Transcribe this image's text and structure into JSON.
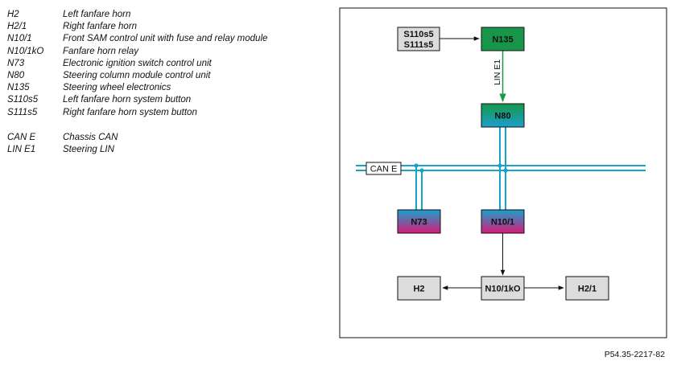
{
  "legend": {
    "components": [
      {
        "code": "H2",
        "desc": "Left fanfare horn"
      },
      {
        "code": "H2/1",
        "desc": "Right fanfare horn"
      },
      {
        "code": "N10/1",
        "desc": "Front SAM control unit with fuse and relay module"
      },
      {
        "code": "N10/1kO",
        "desc": "Fanfare horn relay"
      },
      {
        "code": "N73",
        "desc": "Electronic ignition switch control unit"
      },
      {
        "code": "N80",
        "desc": "Steering column module control unit"
      },
      {
        "code": "N135",
        "desc": "Steering wheel electronics"
      },
      {
        "code": "S110s5",
        "desc": "Left fanfare horn system button"
      },
      {
        "code": "S111s5",
        "desc": "Right fanfare horn system button"
      }
    ],
    "buses": [
      {
        "code": "CAN E",
        "desc": "Chassis CAN"
      },
      {
        "code": "LIN E1",
        "desc": "Steering LIN"
      }
    ]
  },
  "diagram": {
    "buttons_line1": "S110s5",
    "buttons_line2": "S111s5",
    "n135": "N135",
    "lin_label": "LIN E1",
    "n80": "N80",
    "can_label": "CAN E",
    "n73": "N73",
    "n10_1": "N10/1",
    "relay": "N10/1kO",
    "h2": "H2",
    "h2_1": "H2/1",
    "colors": {
      "can_bus": "#1aa3c8",
      "lin_bus": "#1a9a4a",
      "n135_fill": "#17964a",
      "n80_top": "#17964a",
      "n80_bottom": "#1aa0cc",
      "cu_top": "#1aa0cc",
      "cu_bottom": "#d81b7a",
      "grey_box": "#dcdcdc"
    }
  },
  "figure_ref": "P54.35-2217-82"
}
